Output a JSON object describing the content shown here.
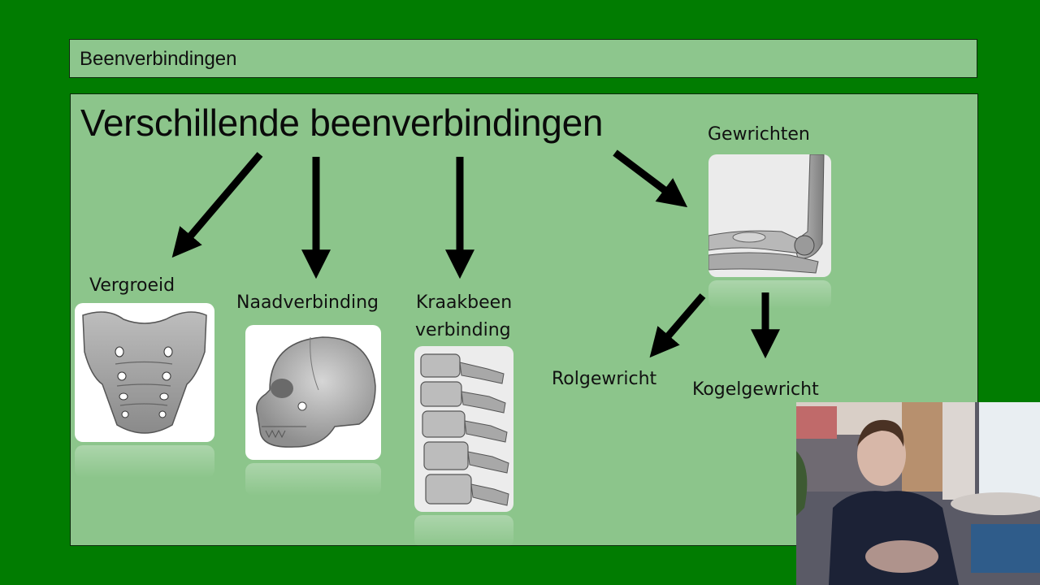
{
  "slide": {
    "title": "Beenverbindingen",
    "heading": "Verschillende beenverbindingen",
    "background_color": "#017c01",
    "panel_color": "#8cc58b"
  },
  "categories": [
    {
      "label": "Vergroeid",
      "image": "sacrum-illustration"
    },
    {
      "label": "Naadverbinding",
      "image": "skull-illustration"
    },
    {
      "label_line1": "Kraakbeen",
      "label_line2": "verbinding",
      "image": "spine-illustration"
    },
    {
      "label": "Gewrichten",
      "image": "elbow-joint-illustration"
    }
  ],
  "joint_types": [
    {
      "label": "Rolgewricht"
    },
    {
      "label": "Kogelgewricht"
    }
  ],
  "webcam": {
    "description": "presenter webcam overlay"
  }
}
